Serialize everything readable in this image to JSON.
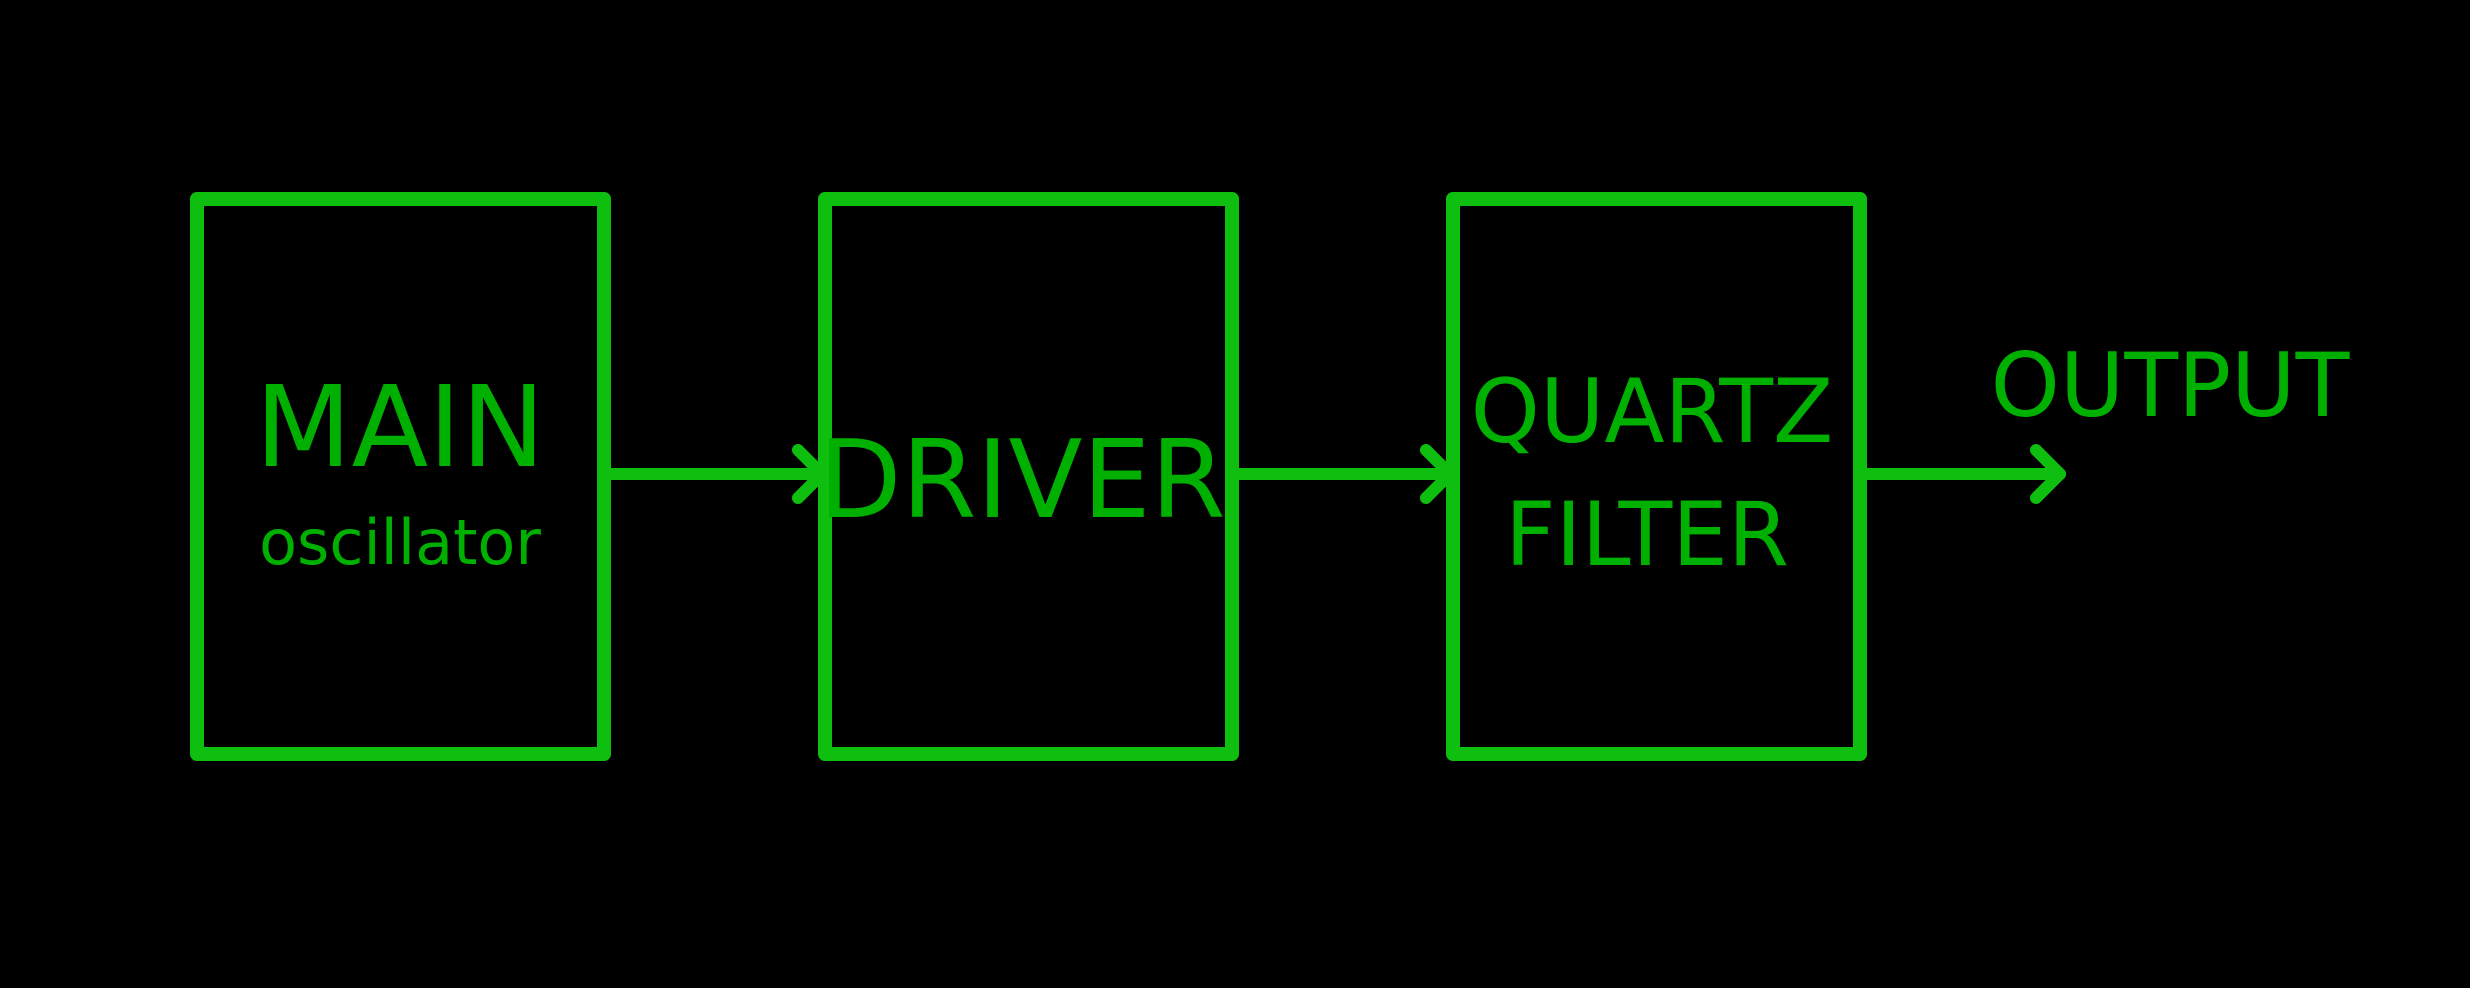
{
  "colors": {
    "background": "#000000",
    "stroke": "#0fbf0f",
    "text": "#00b000"
  },
  "blocks": [
    {
      "id": "main-oscillator",
      "line1": "MAIN",
      "line2": "oscillator"
    },
    {
      "id": "driver",
      "line1": "DRIVER"
    },
    {
      "id": "quartz-filter",
      "line1": "QUARTZ",
      "line2": "FILTER"
    }
  ],
  "output": {
    "label": "OUTPUT"
  }
}
